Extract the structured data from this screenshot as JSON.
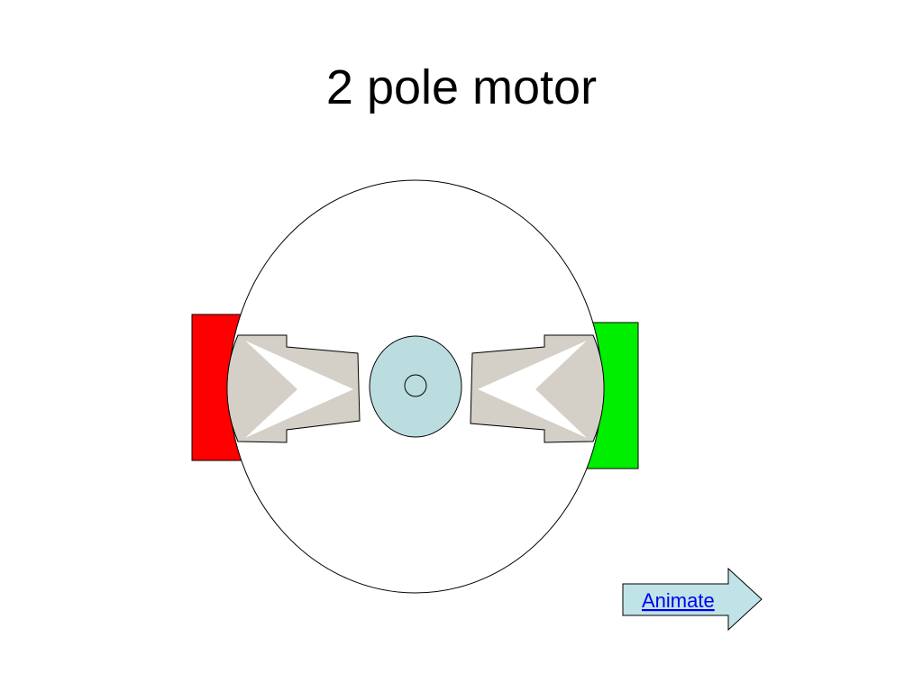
{
  "slide": {
    "title": "2 pole motor"
  },
  "diagram": {
    "stator_fill": "#ffffff",
    "stroke_color": "#000000",
    "left_magnet_color": "#ff0000",
    "right_magnet_color": "#00ee00",
    "pole_shoe_color": "#d4d0c8",
    "pole_highlight_color": "#ffffff",
    "rotor_color": "#bcdde0",
    "shaft_icon": "shaft-circle"
  },
  "nav": {
    "animate_label": "Animate",
    "arrow_fill": "#bfe3e6",
    "link_color": "#0000ee",
    "arrow_icon": "right-arrow-icon"
  }
}
